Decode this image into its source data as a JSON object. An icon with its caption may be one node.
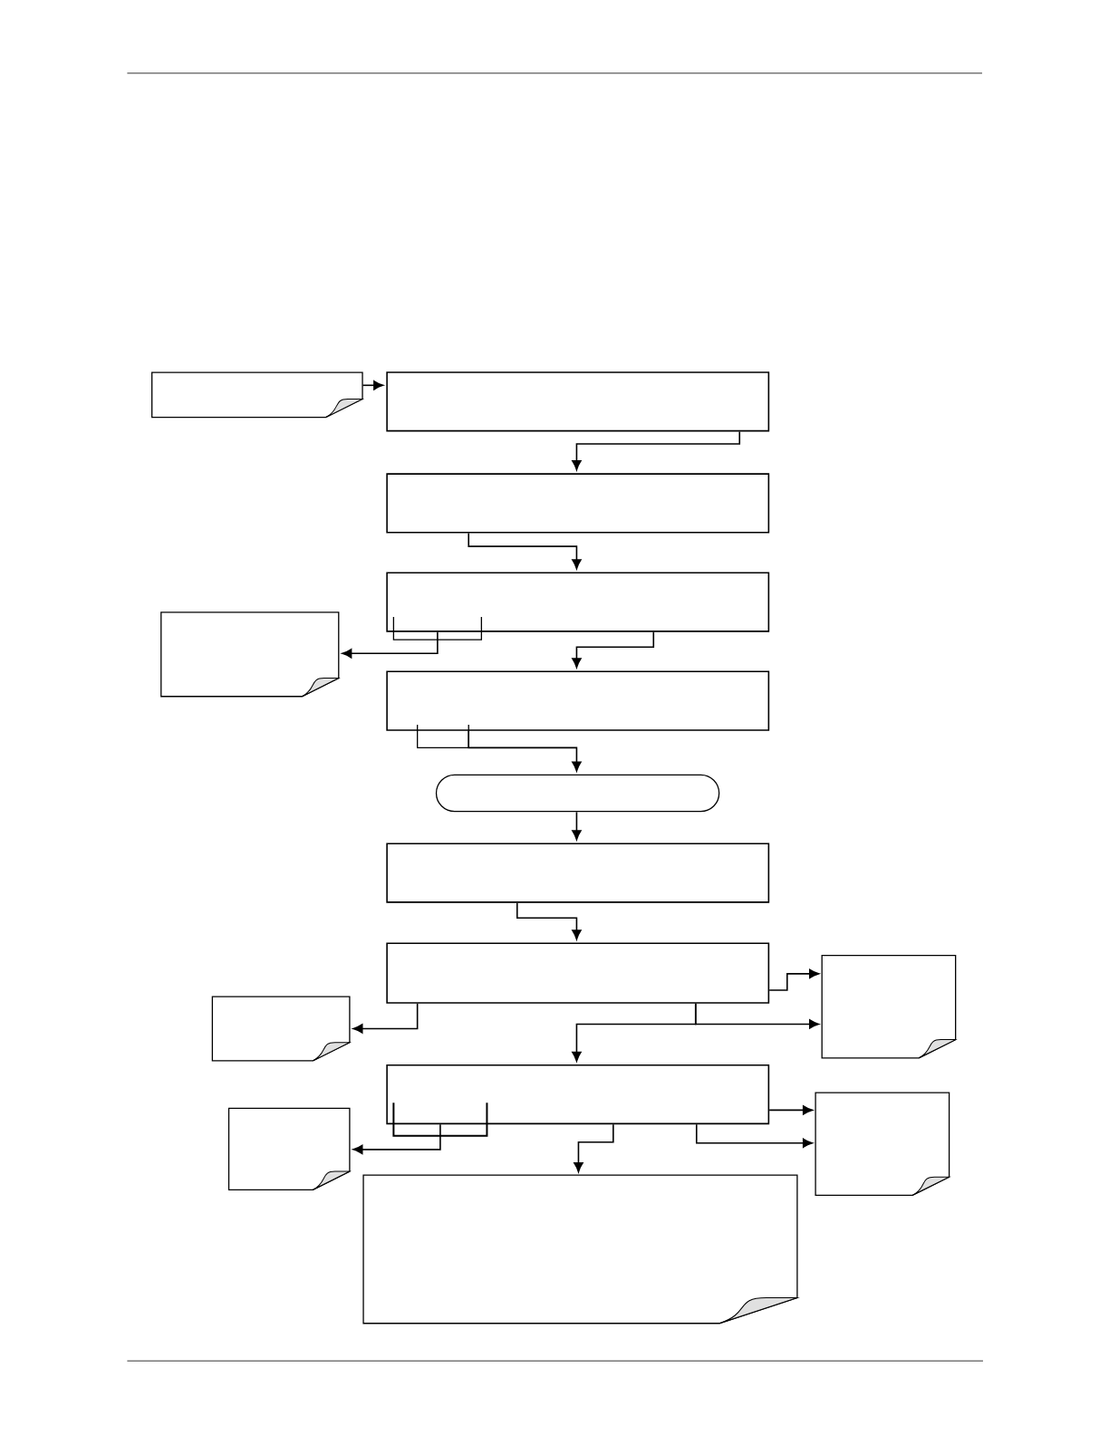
{
  "diagram": {
    "nodes": [
      {
        "text": [],
        "shape": "note"
      },
      {
        "text": [],
        "shape": "box"
      },
      {
        "text": [],
        "shape": "box"
      },
      {
        "text": [],
        "shape": "box"
      },
      {
        "text": [],
        "shape": "note"
      },
      {
        "text": [],
        "shape": "box"
      },
      {
        "text": [],
        "shape": "pill"
      },
      {
        "text": [],
        "shape": "box"
      },
      {
        "text": [],
        "shape": "box"
      },
      {
        "text": [],
        "shape": "note"
      },
      {
        "text": [],
        "shape": "note"
      },
      {
        "text": [],
        "shape": "box"
      },
      {
        "text": [],
        "shape": "note"
      },
      {
        "text": [],
        "shape": "note"
      },
      {
        "text": [],
        "shape": "note"
      }
    ],
    "edges": [
      {
        "from": 0,
        "to": 1,
        "arrow": "to"
      },
      {
        "from": 1,
        "to": 2,
        "arrow": "to"
      },
      {
        "from": 2,
        "to": 3,
        "arrow": "to"
      },
      {
        "from": 3,
        "to": 4,
        "arrow": "to"
      },
      {
        "from": 3,
        "to": 5,
        "arrow": "to"
      },
      {
        "from": 5,
        "to": 6,
        "arrow": "to"
      },
      {
        "from": 6,
        "to": 7,
        "arrow": "to"
      },
      {
        "from": 7,
        "to": 8,
        "arrow": "to"
      },
      {
        "from": 8,
        "to": 9,
        "arrow": "to"
      },
      {
        "from": 8,
        "to": 10,
        "arrow": "to"
      },
      {
        "from": 8,
        "to": 11,
        "arrow": "to"
      },
      {
        "from": 8,
        "to": 9,
        "arrow": "to"
      },
      {
        "from": 11,
        "to": 12,
        "arrow": "to"
      },
      {
        "from": 11,
        "to": 14,
        "arrow": "to"
      },
      {
        "from": 11,
        "to": 13,
        "arrow": "to"
      },
      {
        "from": 11,
        "to": 13,
        "arrow": "to"
      }
    ]
  }
}
